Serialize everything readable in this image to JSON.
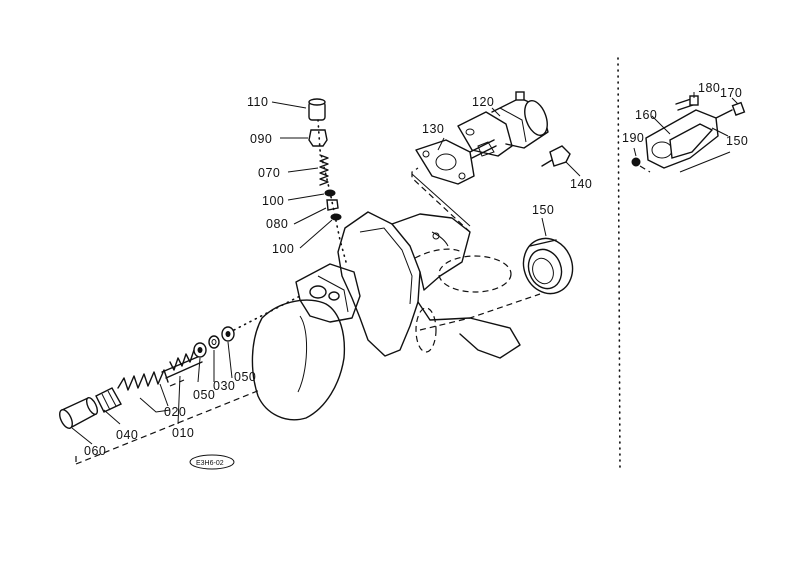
{
  "diagram": {
    "callouts": {
      "p110": "110",
      "p090": "090",
      "p070": "070",
      "p100a": "100",
      "p080": "080",
      "p100b": "100",
      "p130": "130",
      "p120": "120",
      "p140": "140",
      "p150a": "150",
      "p050a": "050",
      "p050b": "050",
      "p030": "030",
      "p020": "020",
      "p010": "010",
      "p040": "040",
      "p060": "060",
      "p180": "180",
      "p170": "170",
      "p160": "160",
      "p190": "190",
      "p150b": "150"
    },
    "drawing_code": "E3H6-02"
  }
}
